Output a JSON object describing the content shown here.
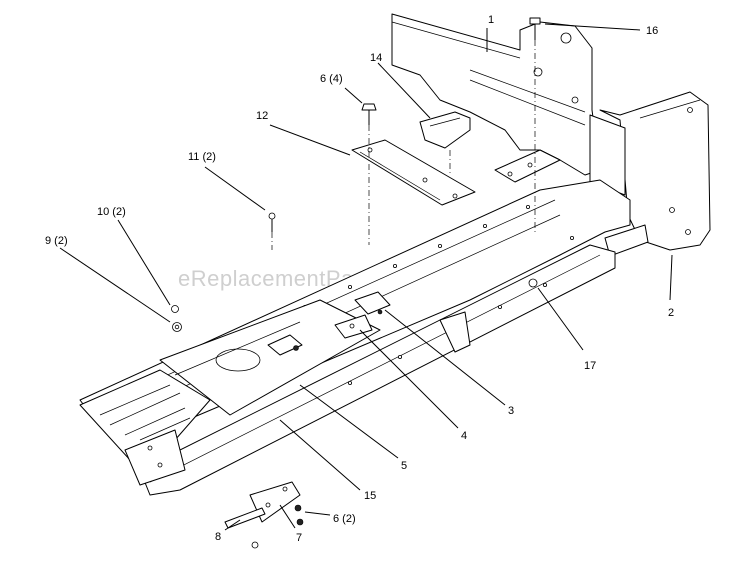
{
  "watermark": "eReplacementParts.com",
  "callouts": [
    {
      "id": "c1",
      "text": "1"
    },
    {
      "id": "c2",
      "text": "2"
    },
    {
      "id": "c3",
      "text": "3"
    },
    {
      "id": "c4",
      "text": "4"
    },
    {
      "id": "c5",
      "text": "5"
    },
    {
      "id": "c6a",
      "text": "6 (4)"
    },
    {
      "id": "c6b",
      "text": "6 (2)"
    },
    {
      "id": "c7",
      "text": "7"
    },
    {
      "id": "c8",
      "text": "8"
    },
    {
      "id": "c9",
      "text": "9 (2)"
    },
    {
      "id": "c10",
      "text": "10 (2)"
    },
    {
      "id": "c11",
      "text": "11 (2)"
    },
    {
      "id": "c12",
      "text": "12"
    },
    {
      "id": "c14",
      "text": "14"
    },
    {
      "id": "c15",
      "text": "15"
    },
    {
      "id": "c16",
      "text": "16"
    },
    {
      "id": "c17",
      "text": "17"
    }
  ]
}
